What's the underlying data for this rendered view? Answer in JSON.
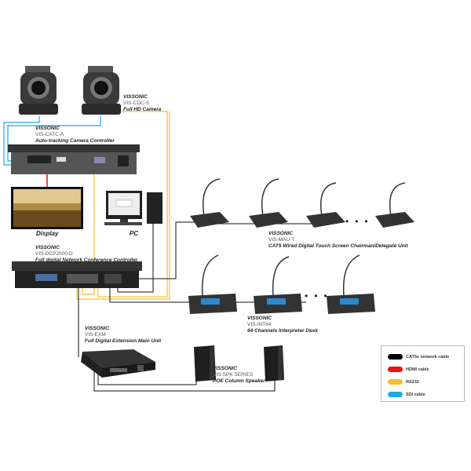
{
  "camera": {
    "brand": "VISSONIC",
    "model": "VIS-CDC-S",
    "desc": "Full HD Camera"
  },
  "camera_controller": {
    "brand": "VISSONIC",
    "model": "VIS-CATC-A",
    "desc": "Auto-tracking Camera Controller"
  },
  "display": {
    "label": "Display"
  },
  "pc": {
    "label": "PC"
  },
  "conference_controller": {
    "brand": "VISSONIC",
    "model": "VIS-DCP2000-D",
    "desc": "Full digital Network Conference Controller"
  },
  "delegate_unit": {
    "brand": "VISSONIC",
    "model": "VIS-MAU-T",
    "desc": "CAT5 Wired Digital Touch Screen Chairman/Delegate Unit"
  },
  "interpreter_desk": {
    "brand": "VISSONIC",
    "model": "VIS-INT64",
    "desc": "64 Channels Interpreter Desk"
  },
  "extension_unit": {
    "brand": "VISSONIC",
    "model": "VIS-EXM",
    "desc": "Full Digital Extension Main Unit"
  },
  "speaker": {
    "brand": "VISSONIC",
    "model": "VIS-SPK SERIES",
    "desc": "POE Column Speaker"
  },
  "legend": [
    {
      "label": "CAT5e network cable",
      "color": "#000000"
    },
    {
      "label": "HDMI cable",
      "color": "#ee1111"
    },
    {
      "label": "RS232",
      "color": "#f5c030"
    },
    {
      "label": "SDI cable",
      "color": "#1aa8e8"
    }
  ]
}
